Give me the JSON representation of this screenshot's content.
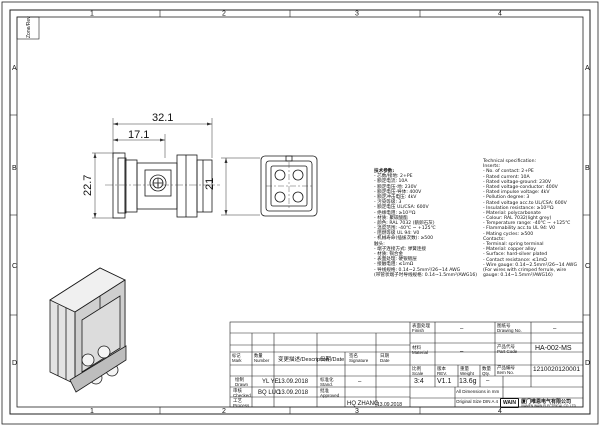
{
  "frame": {
    "top_zones": [
      "1",
      "2",
      "3",
      "4"
    ],
    "side_zones": [
      "A",
      "B",
      "C",
      "D"
    ],
    "corner_tag": "Zone/Rev"
  },
  "dims": {
    "overall_length": "32.1",
    "partial_length": "17.1",
    "body_height": "22.7",
    "front_height": "21"
  },
  "spec_cn": {
    "title": "技术参数:",
    "lines": [
      "- 芯数/接地: 2+PE",
      "- 额定电流: 10A",
      "- 额定电压-地: 230V",
      "- 额定电压-导体: 400V",
      "- 额定冲击电压: 4kV",
      "- 污染等级: 3",
      "- 额定电压 UL/CSA: 600V",
      "- 绝缘电阻: ≥10¹⁰Ω",
      "- 材质: 聚碳酸酯",
      "- 颜色: RAL 7032 (鹅卵石灰)",
      "- 温度范围: -40℃ ~ +125℃",
      "- 阻燃等级 UL 94: V0",
      "- 机械寿命(插拔次数): ≥500",
      "触头:",
      "- 端子连接方式: 弹簧连接",
      "- 材质: 铜合金",
      "- 表面处理: 硬银镀层",
      "- 接触电阻: ≤1mΩ",
      "- 导线规格: 0.14~2.5mm²/26~14 AWG",
      "  (带管状端子时导线规格: 0.14~1.5mm²/AWG16)"
    ]
  },
  "spec_en": {
    "title": "Technical specification:",
    "lines": [
      "Inserts:",
      "- No. of contact: 2+PE",
      "- Rated current: 10A",
      "- Rated voltage-ground: 230V",
      "- Rated voltage-conductor: 400V",
      "- Rated impulse voltage: 4kV",
      "- Pollution degree: 3",
      "- Rated voltage acc.to UL/CSA: 600V",
      "- Insulation resistance: ≥10¹⁰Ω",
      "- Material: polycarbonate",
      "- Colour: RAL 7032(light grey)",
      "- Temperature range: -40℃ ~ +125℃",
      "- Flammability acc.to UL 94: V0",
      "- Mating cycles: ≥500",
      "Contacts:",
      "- Terminal: spring terminal",
      "- Material: copper alloy",
      "- Surface: hard-silver plated",
      "- Contact resistance: ≤1mΩ",
      "- Wire gauge: 0.14~2.5mm²/26~14 AWG",
      "  (For wires with crimped ferrule, wire",
      "  gauge: 0.14~1.5mm²/AWG16)"
    ]
  },
  "title_block": {
    "finish_cn": "表面处理",
    "finish_en": "Finish",
    "finish_val": "–",
    "material_cn": "材料",
    "material_en": "Material",
    "material_val": "–",
    "drawing_no_cn": "图纸号",
    "drawing_no_en": "Drawing No.",
    "drawing_no_val": "–",
    "part_code_cn": "产品代号",
    "part_code_en": "Part Code",
    "part_code_val": "HA-002-MS",
    "item_no_cn": "产品编号",
    "item_no_en": "Item No.",
    "item_no_val": "1210020120001",
    "rev_hdr": {
      "mark_cn": "标记",
      "mark_en": "Mark",
      "num_cn": "数量",
      "num_en": "Number",
      "desc_cn": "变更描述",
      "desc_en": "/Description",
      "date_cn": "日期",
      "date_en": "/Date",
      "sig_cn": "签名",
      "sig_en": "Signature",
      "date2_cn": "日期",
      "date2_en": "Date"
    },
    "rows": [
      {
        "role_cn": "绘制",
        "role_en": "Drawn",
        "name": "YL YE",
        "date": "13.09.2018",
        "std_cn": "标准化",
        "std_en": "Stand.",
        "std_val": "–"
      },
      {
        "role_cn": "审核",
        "role_en": "Checked",
        "name": "BQ LUO",
        "date": "13.09.2018",
        "std_cn": "批准",
        "std_en": "Approved",
        "std_val": ""
      },
      {
        "role_cn": "工艺",
        "role_en": "Process",
        "name": "",
        "date": "",
        "std_cn": "",
        "std_en": "",
        "std_val": "HQ ZHANG",
        "std_date": "13.09.2018"
      }
    ],
    "scale_cn": "比例",
    "scale_en": "Scale",
    "scale_val": "3:4",
    "rev_cn": "版本",
    "rev_en": "REV.",
    "rev_val": "V1.1",
    "weight_cn": "重量",
    "weight_en": "Weight",
    "weight_val": "13.6g",
    "qty_cn": "数量",
    "qty_en": "Qty.",
    "qty_val": "–",
    "dims_note": "All Dimensions in mm",
    "size_note": "Original Size DIN A 4",
    "logo_text": "WAIN",
    "company_cn": "厦门唯恩电气有限公司",
    "company_en": "XIAMEN WAIN ELECTRICAL CO.,LTD"
  },
  "colors": {
    "line": "#1a1a1a",
    "fill": "#d9d9d9",
    "dim": "#333333"
  }
}
